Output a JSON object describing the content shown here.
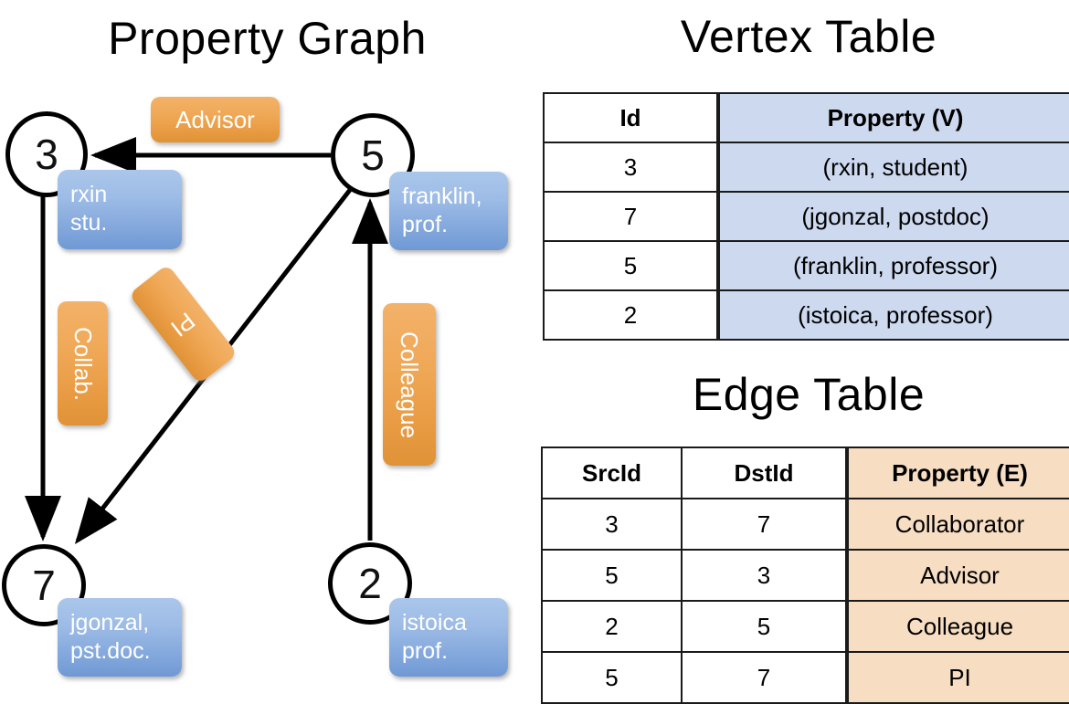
{
  "titles": {
    "property_graph": "Property Graph",
    "vertex_table": "Vertex Table",
    "edge_table": "Edge Table"
  },
  "graph": {
    "nodes": [
      {
        "id": "3",
        "label": "3",
        "prop_line1": "rxin",
        "prop_line2": "stu."
      },
      {
        "id": "5",
        "label": "5",
        "prop_line1": "franklin,",
        "prop_line2": "prof."
      },
      {
        "id": "7",
        "label": "7",
        "prop_line1": "jgonzal,",
        "prop_line2": "pst.doc."
      },
      {
        "id": "2",
        "label": "2",
        "prop_line1": "istoica",
        "prop_line2": "prof."
      }
    ],
    "edge_labels": [
      {
        "name": "advisor",
        "text": "Advisor"
      },
      {
        "name": "collab",
        "text": "Collab."
      },
      {
        "name": "pi",
        "text": "PI"
      },
      {
        "name": "colleague",
        "text": "Colleague"
      }
    ]
  },
  "vertex_table": {
    "headers": [
      "Id",
      "Property (V)"
    ],
    "rows": [
      {
        "id": "3",
        "property": "(rxin, student)"
      },
      {
        "id": "7",
        "property": "(jgonzal, postdoc)"
      },
      {
        "id": "5",
        "property": "(franklin, professor)"
      },
      {
        "id": "2",
        "property": "(istoica, professor)"
      }
    ]
  },
  "edge_table": {
    "headers": [
      "SrcId",
      "DstId",
      "Property (E)"
    ],
    "rows": [
      {
        "src": "3",
        "dst": "7",
        "property": "Collaborator"
      },
      {
        "src": "5",
        "dst": "3",
        "property": "Advisor"
      },
      {
        "src": "2",
        "dst": "5",
        "property": "Colleague"
      },
      {
        "src": "5",
        "dst": "7",
        "property": "PI"
      }
    ]
  },
  "colors": {
    "vertex_property_blue": "#cdd9ef",
    "edge_property_peach": "#f7ddc1",
    "node_box_blue": "#85a9dd",
    "edge_label_orange": "#efa856",
    "stroke": "#000000"
  }
}
